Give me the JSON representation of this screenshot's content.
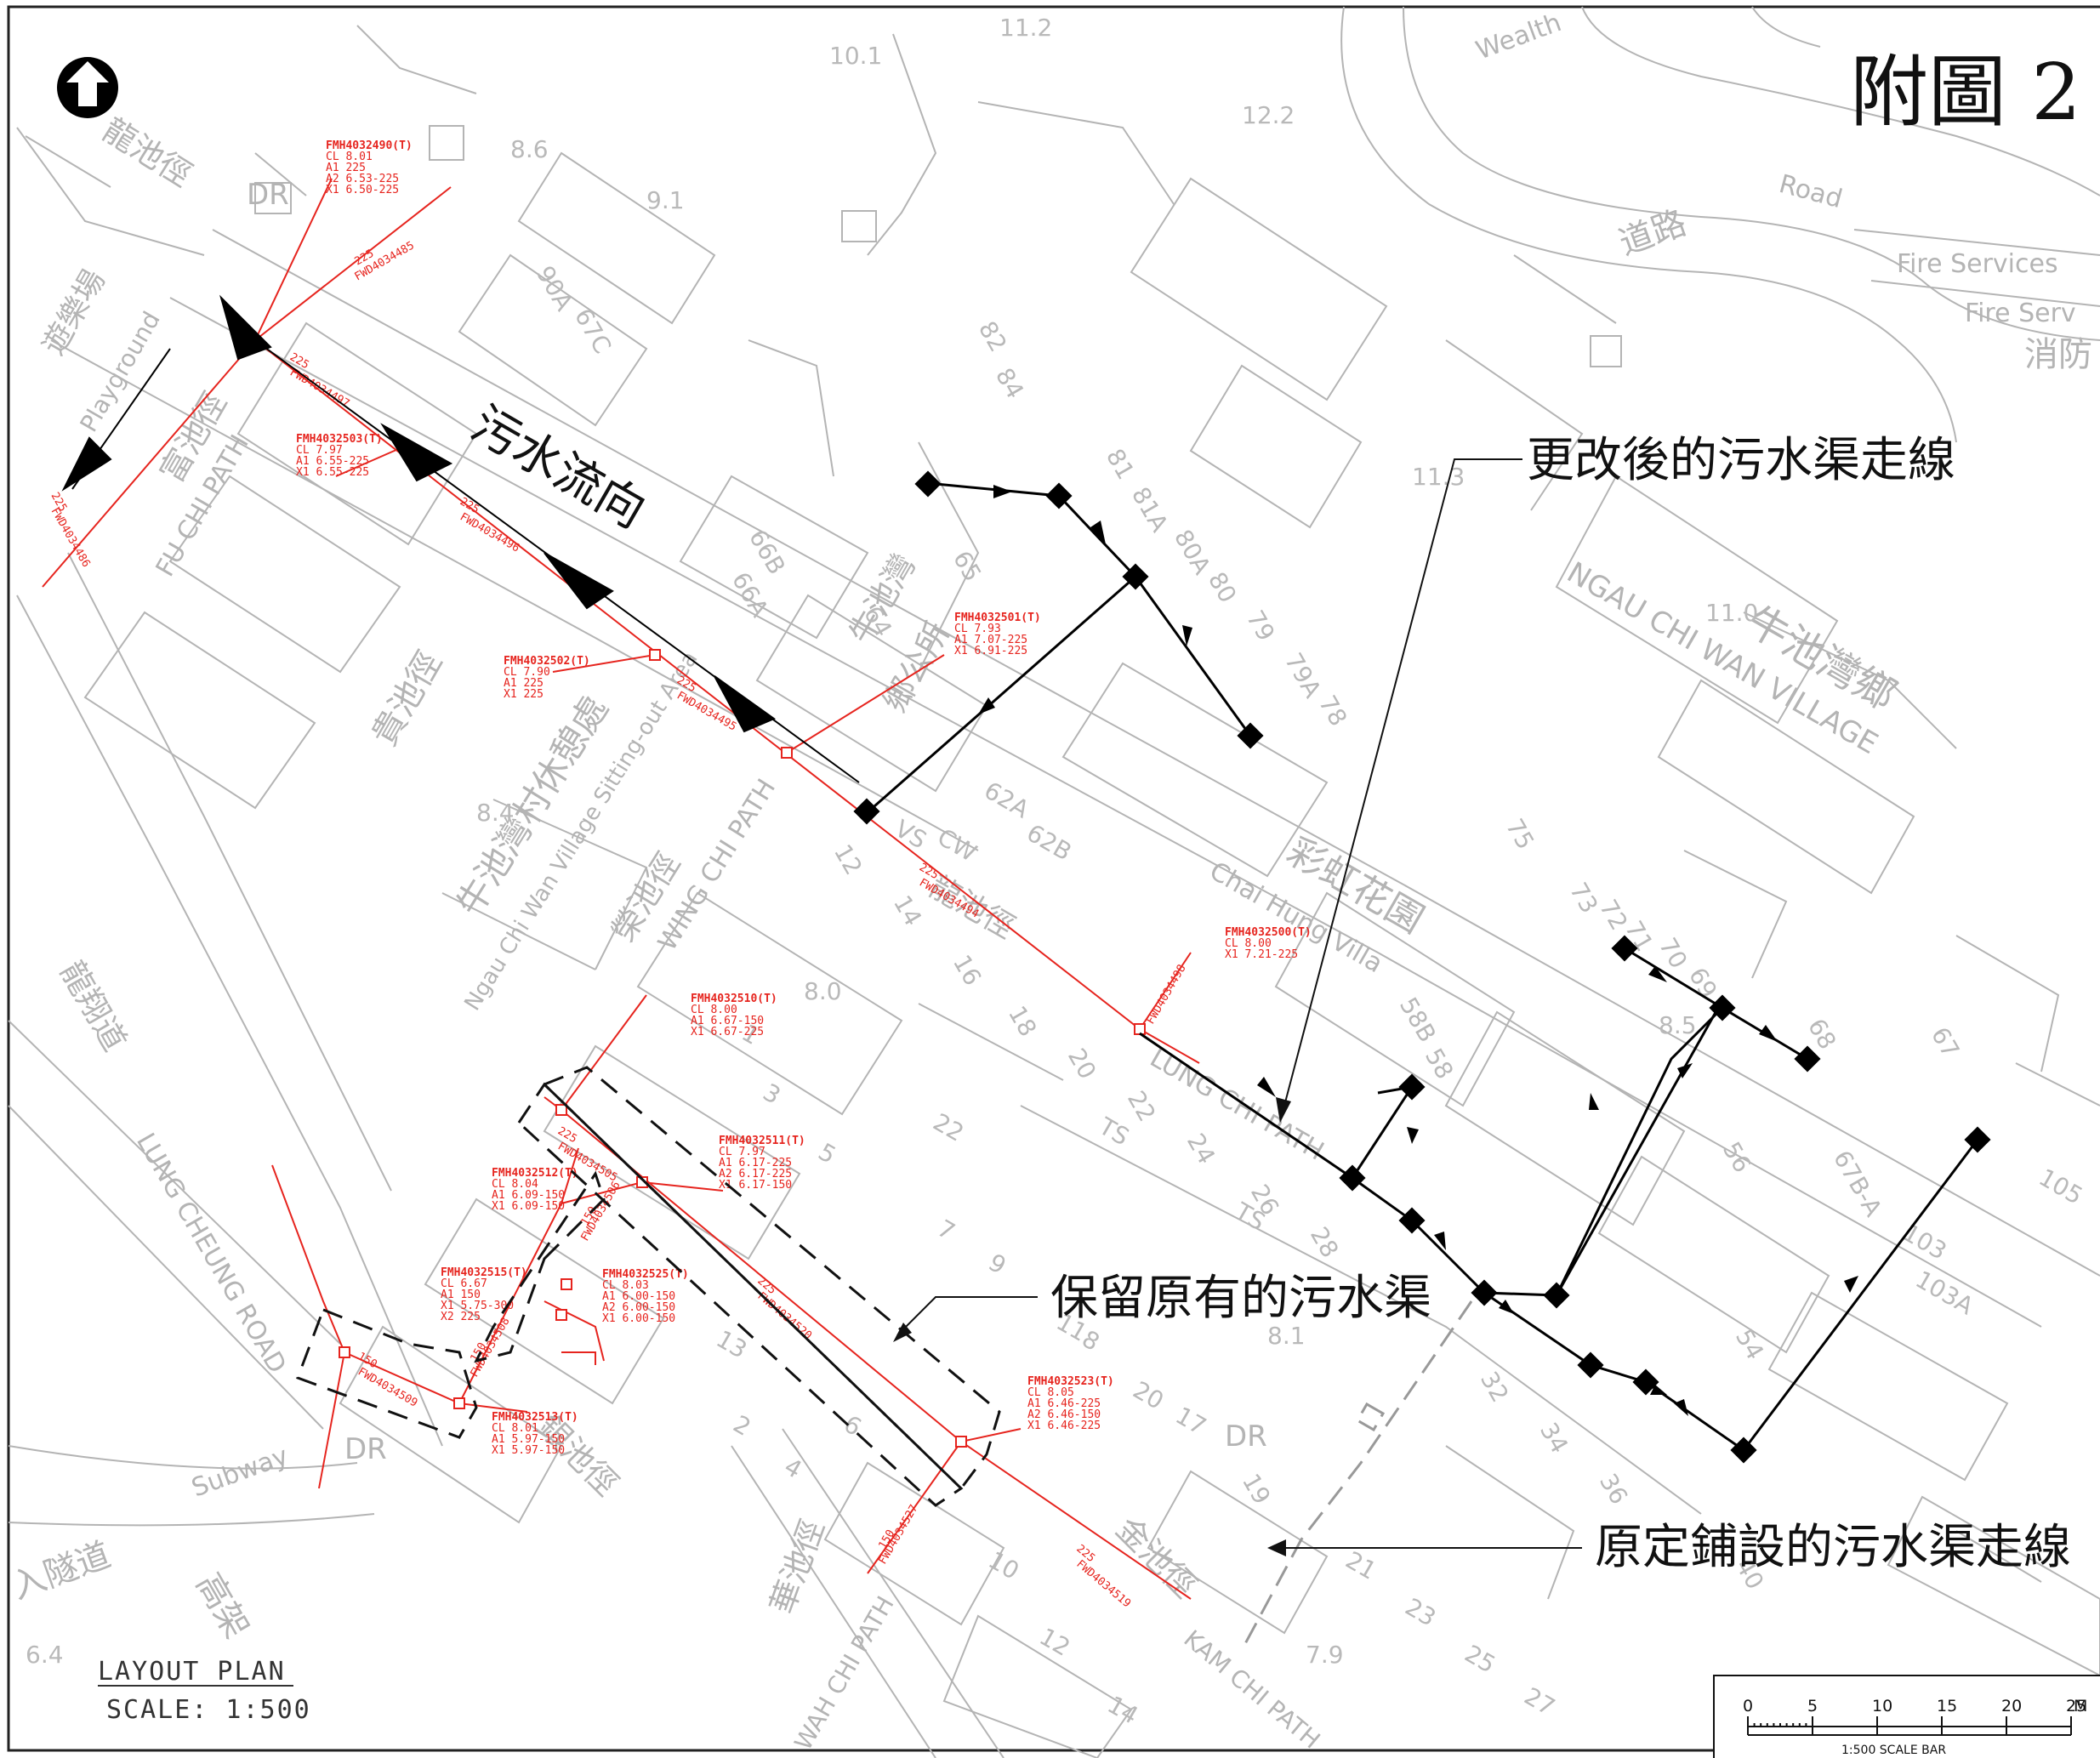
{
  "title": "附圖 2",
  "annotations": {
    "modified_alignment": "更改後的污水渠走線",
    "retained_sewer": "保留原有的污水渠",
    "original_alignment": "原定鋪設的污水渠走線",
    "flow_direction": "污水流向"
  },
  "layout_plan": {
    "label": "LAYOUT PLAN",
    "scale": "SCALE: 1:500"
  },
  "scale_bar": {
    "ticks": [
      "0",
      "5",
      "10",
      "15",
      "20",
      "25"
    ],
    "unit": "M",
    "caption": "1:500  SCALE BAR"
  },
  "colors": {
    "base_map": "#b4b4b4",
    "existing_sewer": "#e6241e",
    "proposed_sewer": "#000000"
  },
  "street_names": {
    "lung_chi_path_zh": "龍池徑",
    "lung_chi_path_en": "LUNG CHI PATH",
    "fu_chi_path_zh": "富池徑",
    "fu_chi_path_en": "FU CHI PATH",
    "kwai_chi_path_zh": "貴池徑",
    "wing_chi_path_zh": "榮池徑",
    "wing_chi_path_en": "WING CHI PATH",
    "ngan_chi_path_zh": "銀池徑",
    "wah_chi_path_zh": "華池徑",
    "wah_chi_path_en": "WAH CHI PATH",
    "kam_chi_path_zh": "金池徑",
    "kam_chi_path_en": "KAM CHI PATH",
    "lung_cheung_road_zh": "龍翔道",
    "lung_cheung_road_en": "LUNG CHEUNG ROAD",
    "playground_zh": "遊樂場",
    "playground_en": "Playground",
    "sitting_out_zh": "牛池灣村休憩處",
    "sitting_out_en": "Ngau Chi Wan Village Sitting-out Area",
    "village_zh": "牛池灣鄉",
    "village_en": "NGAU CHI WAN VILLAGE",
    "villa_zh": "彩虹花園",
    "villa_en": "Chai Hung Villa",
    "office_zh": "鄉公所",
    "office_partial": "牛池灣",
    "road_zh": "道路",
    "road_en": "Road",
    "wealth": "Wealth",
    "fire_services": "Fire Services",
    "fire_services_2": "Fire Serv",
    "fire_zh": "消防",
    "subway": "Subway",
    "tunnel_zh": "入隧道",
    "flyover_zh": "高架",
    "dr": "DR"
  },
  "manholes": [
    {
      "id": "FMH4032490(T)",
      "lines": [
        "CL 8.01",
        "A1 225",
        "A2 6.53-225",
        "X1 6.50-225"
      ]
    },
    {
      "id": "FMH4032503(T)",
      "lines": [
        "CL 7.97",
        "A1 6.55-225",
        "X1 6.55-225"
      ]
    },
    {
      "id": "FMH4032502(T)",
      "lines": [
        "CL 7.90",
        "A1 225",
        "X1 225"
      ]
    },
    {
      "id": "FMH4032501(T)",
      "lines": [
        "CL 7.93",
        "A1 7.07-225",
        "X1 6.91-225"
      ]
    },
    {
      "id": "FMH4032500(T)",
      "lines": [
        "CL 8.00",
        "X1 7.21-225"
      ]
    },
    {
      "id": "FMH4032510(T)",
      "lines": [
        "CL 8.00",
        "A1 6.67-150",
        "X1 6.67-225"
      ]
    },
    {
      "id": "FMH4032511(T)",
      "lines": [
        "CL 7.97",
        "A1 6.17-225",
        "A2 6.17-225",
        "X1 6.17-150"
      ]
    },
    {
      "id": "FMH4032512(T)",
      "lines": [
        "CL 8.04",
        "A1 6.09-150",
        "X1 6.09-150"
      ]
    },
    {
      "id": "FMH4032525(T)",
      "lines": [
        "CL 8.03",
        "A1 6.00-150",
        "A2 6.00-150",
        "X1 6.00-150"
      ]
    },
    {
      "id": "FMH4032515(T)",
      "lines": [
        "CL 6.67",
        "A1 150",
        "X1 5.75-300",
        "X2 225"
      ]
    },
    {
      "id": "FMH4032513(T)",
      "lines": [
        "CL 8.01",
        "A1 5.97-150",
        "X1 5.97-150"
      ]
    },
    {
      "id": "FMH4032523(T)",
      "lines": [
        "CL 8.05",
        "A1 6.46-225",
        "A2 6.46-150",
        "X1 6.46-225"
      ]
    }
  ],
  "pipes": [
    {
      "id": "FWD4034485",
      "size": "225"
    },
    {
      "id": "FWD4034486",
      "size": "225"
    },
    {
      "id": "FWD4034497",
      "size": "225"
    },
    {
      "id": "FWD4034496",
      "size": "225"
    },
    {
      "id": "FWD4034495",
      "size": "225"
    },
    {
      "id": "FWD4034494",
      "size": "225"
    },
    {
      "id": "FWD4034498",
      "size": ""
    },
    {
      "id": "FWD4034505",
      "size": "225"
    },
    {
      "id": "FWD4034506",
      "size": "150"
    },
    {
      "id": "FWD4034508",
      "size": "150"
    },
    {
      "id": "FWD4034509",
      "size": "150"
    },
    {
      "id": "FWD4034520",
      "size": "225"
    },
    {
      "id": "FWD4034527",
      "size": "150"
    },
    {
      "id": "FWD4034519",
      "size": "225"
    }
  ],
  "lot_numbers": [
    "90A",
    "67C",
    "82",
    "84",
    "81",
    "81A",
    "80A",
    "80",
    "65",
    "64",
    "66B",
    "66A",
    "62A",
    "62B",
    "79",
    "79A",
    "78",
    "75",
    "73",
    "72",
    "71",
    "70",
    "69",
    "68",
    "67",
    "58B",
    "58",
    "56",
    "67B-A",
    "105",
    "103",
    "103A",
    "54",
    "12",
    "14",
    "16",
    "18",
    "20",
    "22",
    "24",
    "26",
    "28",
    "32",
    "34",
    "36",
    "40",
    "21",
    "23",
    "25",
    "27",
    "19",
    "17",
    "10",
    "12",
    "14",
    "1",
    "3",
    "5",
    "7",
    "9",
    "11",
    "13",
    "2",
    "4",
    "6",
    "8",
    "20",
    "22",
    "TS",
    "VS",
    "CW",
    "TS"
  ],
  "spot_levels": [
    "10.1",
    "11.2",
    "12.2",
    "8.6",
    "9.1",
    "8.4",
    "8.0",
    "8.5",
    "8.1",
    "7.9",
    "6.4",
    "11.0",
    "11.3"
  ]
}
